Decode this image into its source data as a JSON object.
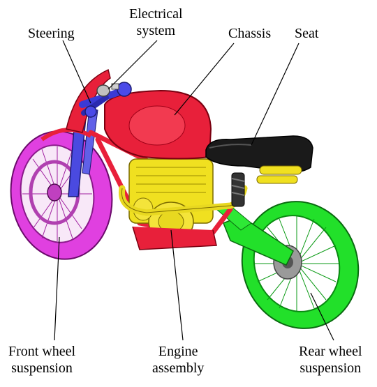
{
  "labels": {
    "steering": "Steering",
    "electrical_1": "Electrical",
    "electrical_2": "system",
    "chassis": "Chassis",
    "seat": "Seat",
    "front_1": "Front wheel",
    "front_2": "suspension",
    "engine_1": "Engine",
    "engine_2": "assembly",
    "rear_1": "Rear wheel",
    "rear_2": "suspension"
  },
  "colors": {
    "steering": "#3a3ad6",
    "chassis": "#e8203a",
    "seat": "#111111",
    "front_wheel": "#e040e0",
    "engine": "#f0e020",
    "rear_wheel": "#22e02a",
    "silver": "#c0c0c0"
  }
}
